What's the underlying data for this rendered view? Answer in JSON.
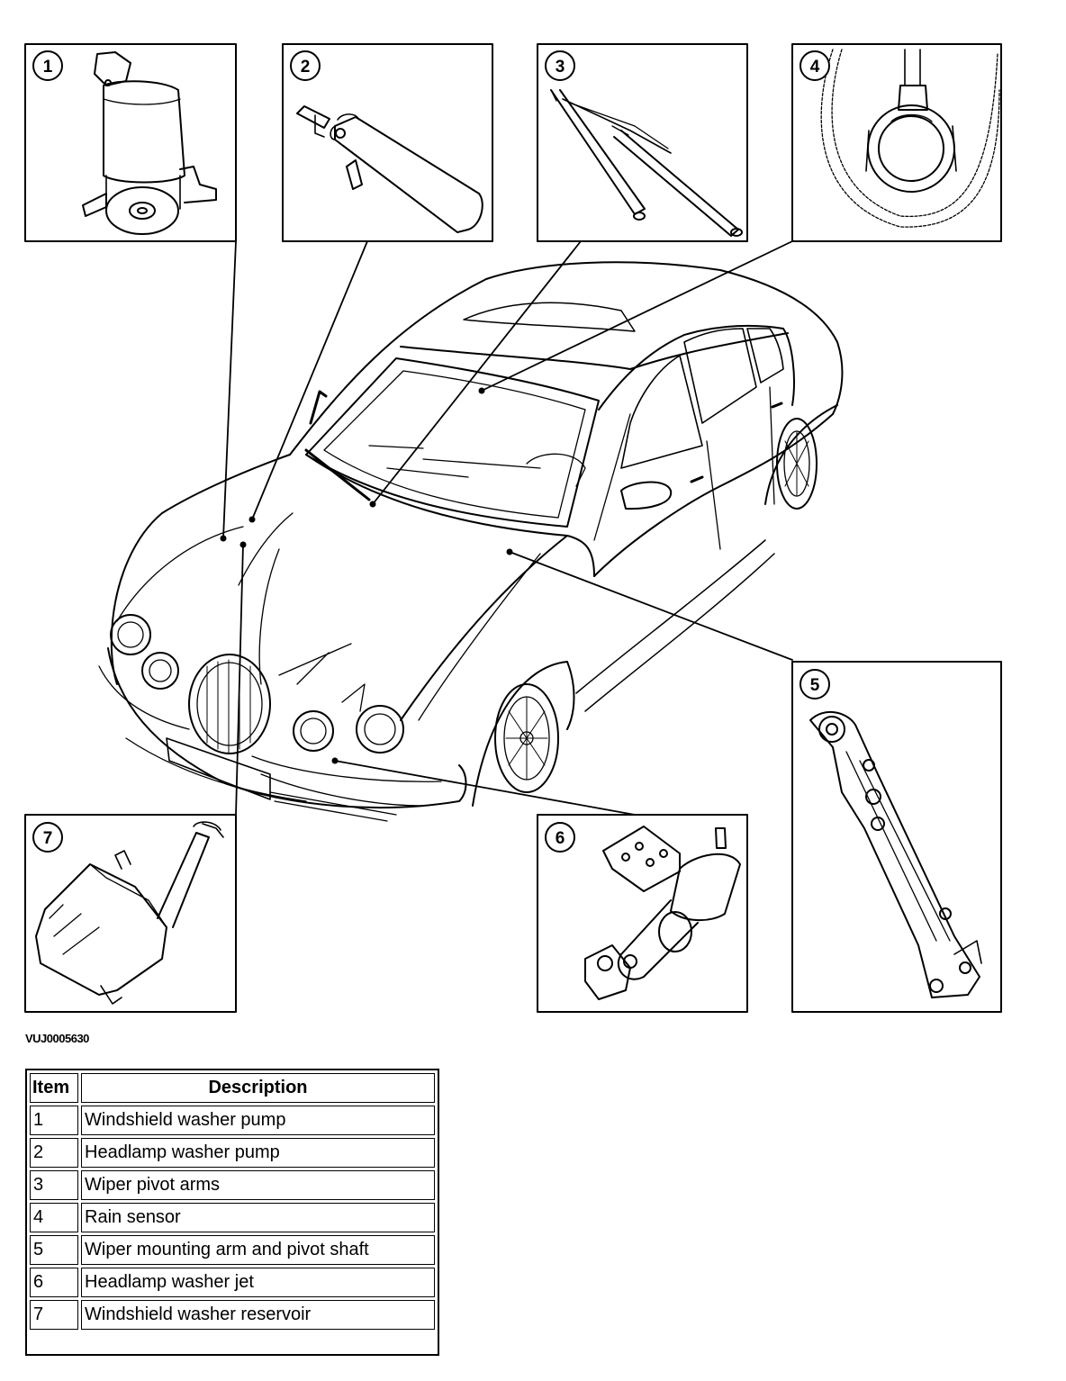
{
  "figure_id": "VUJ0005630",
  "callouts": [
    "1",
    "2",
    "3",
    "4",
    "5",
    "6",
    "7"
  ],
  "legend": {
    "headers": {
      "item": "Item",
      "description": "Description"
    },
    "rows": [
      {
        "item": "1",
        "description": "Windshield washer pump"
      },
      {
        "item": "2",
        "description": "Headlamp washer pump"
      },
      {
        "item": "3",
        "description": "Wiper pivot arms"
      },
      {
        "item": "4",
        "description": "Rain sensor"
      },
      {
        "item": "5",
        "description": "Wiper mounting arm and pivot shaft"
      },
      {
        "item": "6",
        "description": "Headlamp washer jet"
      },
      {
        "item": "7",
        "description": "Windshield washer reservoir"
      }
    ]
  }
}
